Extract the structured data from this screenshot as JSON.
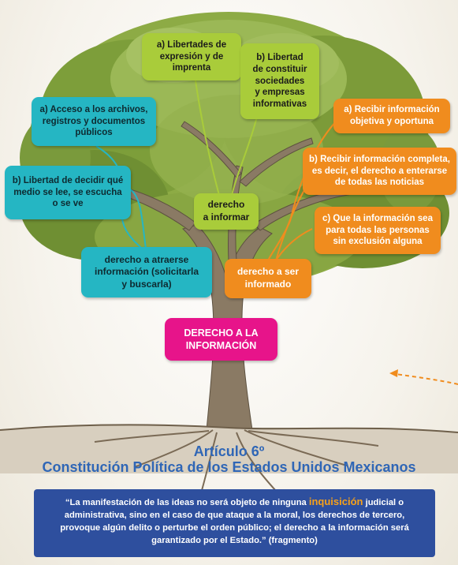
{
  "boxes": {
    "green_a": [
      "a) Libertades de",
      "expresión y de",
      "imprenta"
    ],
    "green_b": [
      "b) Libertad",
      "de constituir",
      "sociedades",
      "y empresas",
      "informativas"
    ],
    "green_main": [
      "derecho",
      "a informar"
    ],
    "teal_a": [
      "a) Acceso a los archivos,",
      "registros y documentos",
      "públicos"
    ],
    "teal_b": [
      "b) Libertad de decidir qué",
      "medio se lee, se escucha",
      "o se ve"
    ],
    "teal_main": [
      "derecho a atraerse",
      "información (solicitarla",
      "y buscarla)"
    ],
    "orange_a": [
      "a) Recibir información",
      "objetiva y oportuna"
    ],
    "orange_b": [
      "b) Recibir información completa,",
      "es decir, el derecho a enterarse",
      "de todas las noticias"
    ],
    "orange_c": [
      "c) Que la información sea",
      "para todas las personas",
      "sin exclusión alguna"
    ],
    "orange_main": [
      "derecho a ser",
      "informado"
    ],
    "root": [
      "DERECHO A LA",
      "INFORMACIÓN"
    ]
  },
  "article": {
    "line1": "Artículo 6º",
    "line2": "Constitución Política de los Estados Unidos Mexicanos"
  },
  "quote": {
    "before": "“La manifestación de las ideas no será objeto de ninguna ",
    "highlight": "inquisición",
    "after": " judicial o administrativa, sino en el caso de que ataque a la moral, los derechos de tercero, provoque algún delito o perturbe el orden público; el derecho a la información será garantizado por el Estado.” (fragmento)"
  },
  "colors": {
    "green": "#a9cc3a",
    "teal": "#25b6c3",
    "orange": "#f08c1e",
    "magenta": "#e7148a",
    "title_blue": "#2f66b6",
    "quote_bg": "#2e4f9e",
    "highlight": "#f7a11a"
  }
}
